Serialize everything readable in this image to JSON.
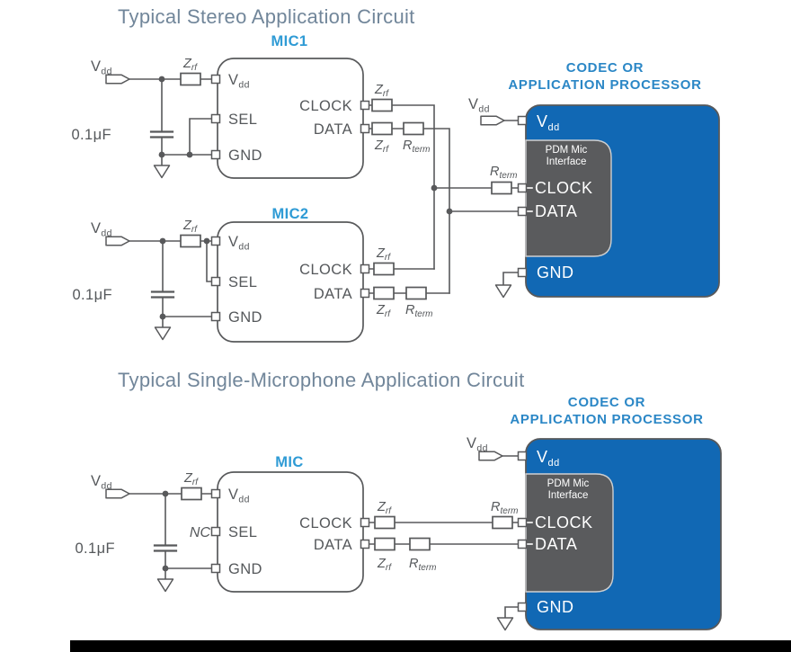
{
  "stereo": {
    "title": "Typical Stereo Application Circuit",
    "mic1_label": "MIC1",
    "mic2_label": "MIC2"
  },
  "single": {
    "title": "Typical Single-Microphone Application Circuit",
    "mic_label": "MIC"
  },
  "codec": {
    "heading_line1": "CODEC OR",
    "heading_line2": "APPLICATION PROCESSOR",
    "interface_line1": "PDM Mic",
    "interface_line2": "Interface"
  },
  "labels": {
    "v": "V",
    "v_sub": "dd",
    "z": "Z",
    "z_sub": "rf",
    "r": "R",
    "r_sub": "term",
    "cap": "0.1μF",
    "sel": "SEL",
    "gnd": "GND",
    "clock": "CLOCK",
    "data": "DATA",
    "nc": "NC"
  },
  "colors": {
    "codec_fill": "#1168b4",
    "interface_fill": "#5a5b5d",
    "wire": "#58595b",
    "heading_blue": "#2b87c6",
    "mic_label_blue": "#2f9bd5",
    "title_gray": "#71869a",
    "bottom_bar": "#000000"
  }
}
